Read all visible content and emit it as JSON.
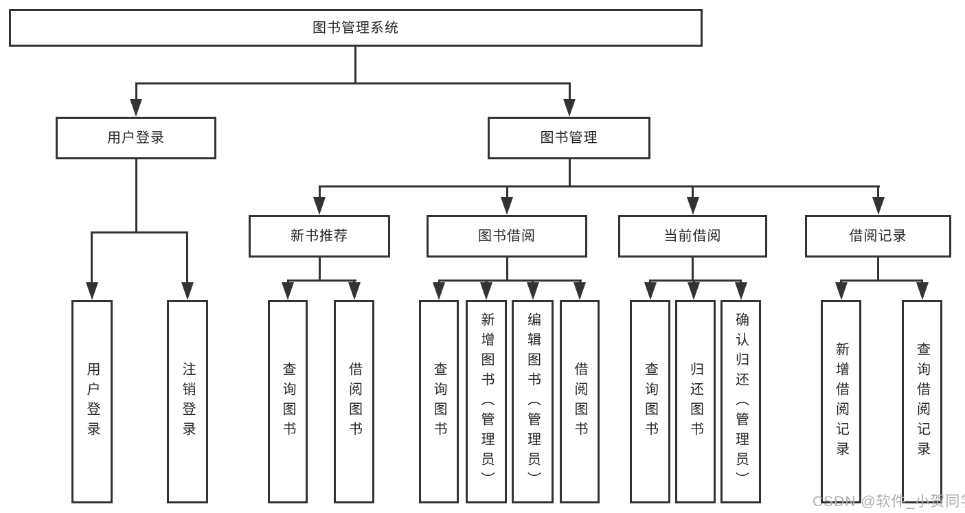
{
  "colors": {
    "line": "#333333",
    "text": "#262626",
    "watermark": "#aeaeb2",
    "bg": "#ffffff"
  },
  "watermark": {
    "text": "CSDN @软件_小贺同学"
  },
  "tree": {
    "type": "org-chart",
    "root": {
      "label": "图书管理系统",
      "children": [
        {
          "label": "用户登录",
          "children": [
            {
              "label": "用户登录"
            },
            {
              "label": "注销登录"
            }
          ]
        },
        {
          "label": "图书管理",
          "children": [
            {
              "label": "新书推荐",
              "children": [
                {
                  "label": "查询图书"
                },
                {
                  "label": "借阅图书"
                }
              ]
            },
            {
              "label": "图书借阅",
              "children": [
                {
                  "label": "查询图书"
                },
                {
                  "label": "新增图书（管理员）"
                },
                {
                  "label": "编辑图书（管理员）"
                },
                {
                  "label": "借阅图书"
                }
              ]
            },
            {
              "label": "当前借阅",
              "children": [
                {
                  "label": "查询图书"
                },
                {
                  "label": "归还图书"
                },
                {
                  "label": "确认归还（管理员）"
                }
              ]
            },
            {
              "label": "借阅记录",
              "children": [
                {
                  "label": "新增借阅记录"
                },
                {
                  "label": "查询借阅记录"
                }
              ]
            }
          ]
        }
      ]
    }
  }
}
